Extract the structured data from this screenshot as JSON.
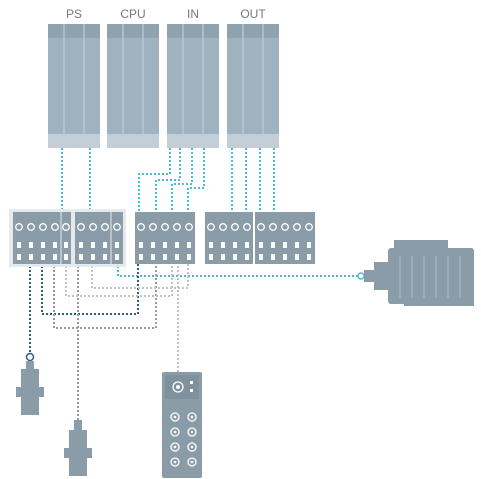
{
  "modules": {
    "ps": "PS",
    "cpu": "CPU",
    "in": "IN",
    "out": "OUT"
  },
  "colors": {
    "module_fill": "#9fb2bf",
    "module_dark": "#8b9ea9",
    "module_base": "#c3ced6",
    "component": "#8a9ca7",
    "terminal_outline": "#ffffff",
    "highlight_panel": "#e6eaed",
    "wire_cyan": "#4cb9d6",
    "wire_darkblue": "#2f5f7e",
    "wire_gray": "#9a9a9a",
    "wire_lightgray": "#c2c2c2"
  },
  "icons": {
    "motor": "electric-motor-icon",
    "sensor": "proximity-sensor-icon",
    "io_box": "distributed-io-box-icon"
  }
}
